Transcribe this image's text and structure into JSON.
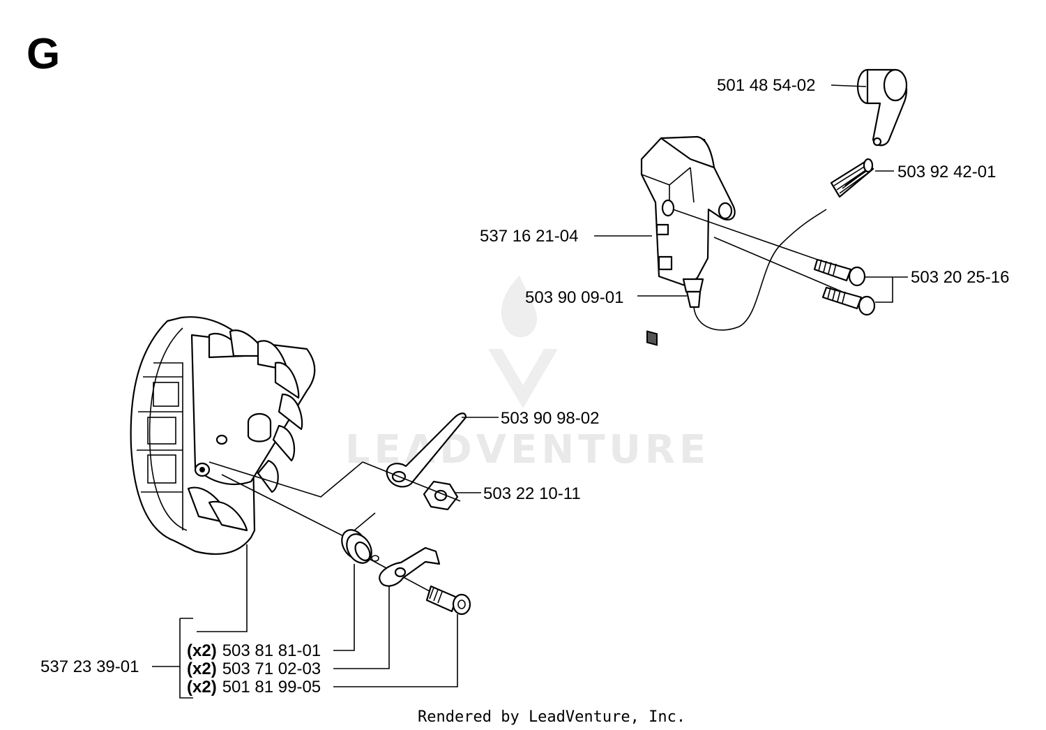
{
  "section_letter": "G",
  "watermark": "LEADVENTURE",
  "footer": "Rendered by LeadVenture, Inc.",
  "parts": {
    "plug_cap": "501 48 54-02",
    "spring": "503 92 42-01",
    "ignition_module": "537 16 21-04",
    "screws": "503 20 25-16",
    "terminal": "503 90 09-01",
    "stop_lever": "503 90 98-02",
    "nut": "503 22 10-11",
    "flywheel": "537 23 39-01",
    "kit_item_1": {
      "qty": "(x2)",
      "number": "503 81 81-01"
    },
    "kit_item_2": {
      "qty": "(x2)",
      "number": "503 71 02-03"
    },
    "kit_item_3": {
      "qty": "(x2)",
      "number": "501 81 99-05"
    }
  }
}
